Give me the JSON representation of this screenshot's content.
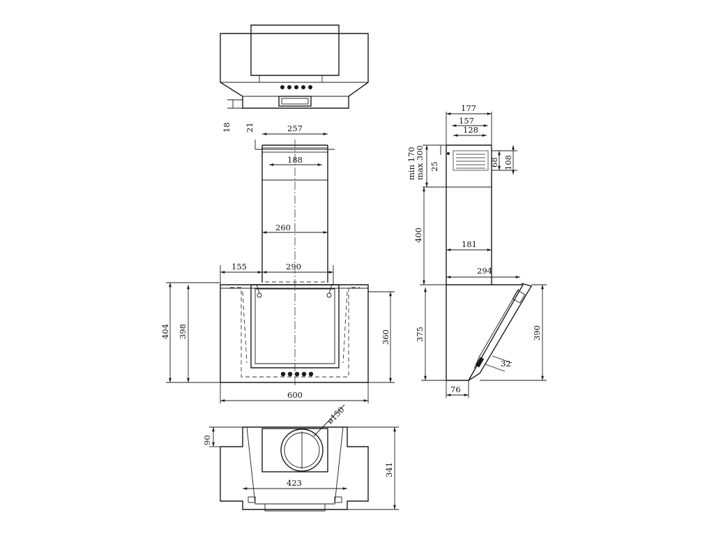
{
  "dimensions": {
    "top_gap": "18",
    "top_offset": "21",
    "bracket_width": "257",
    "bracket_holes": "188",
    "chimney_width": "260",
    "left_offset": "155",
    "chimney_base": "290",
    "total_height": "404",
    "body_height": "398",
    "glass_height": "360",
    "width": "600",
    "side_depth_top": "177",
    "side_depth_mid": "157",
    "side_depth_inner": "128",
    "side_chimney_min": "min 170",
    "side_chimney_max": "max 300",
    "side_25": "25",
    "side_68": "68",
    "side_108": "108",
    "side_400": "400",
    "side_181": "181",
    "side_294": "294",
    "side_375": "375",
    "side_390": "390",
    "side_32": "32",
    "side_76": "76",
    "duct_diameter": "ø150",
    "bottom_90": "90",
    "bottom_width": "423",
    "bottom_depth": "341"
  }
}
